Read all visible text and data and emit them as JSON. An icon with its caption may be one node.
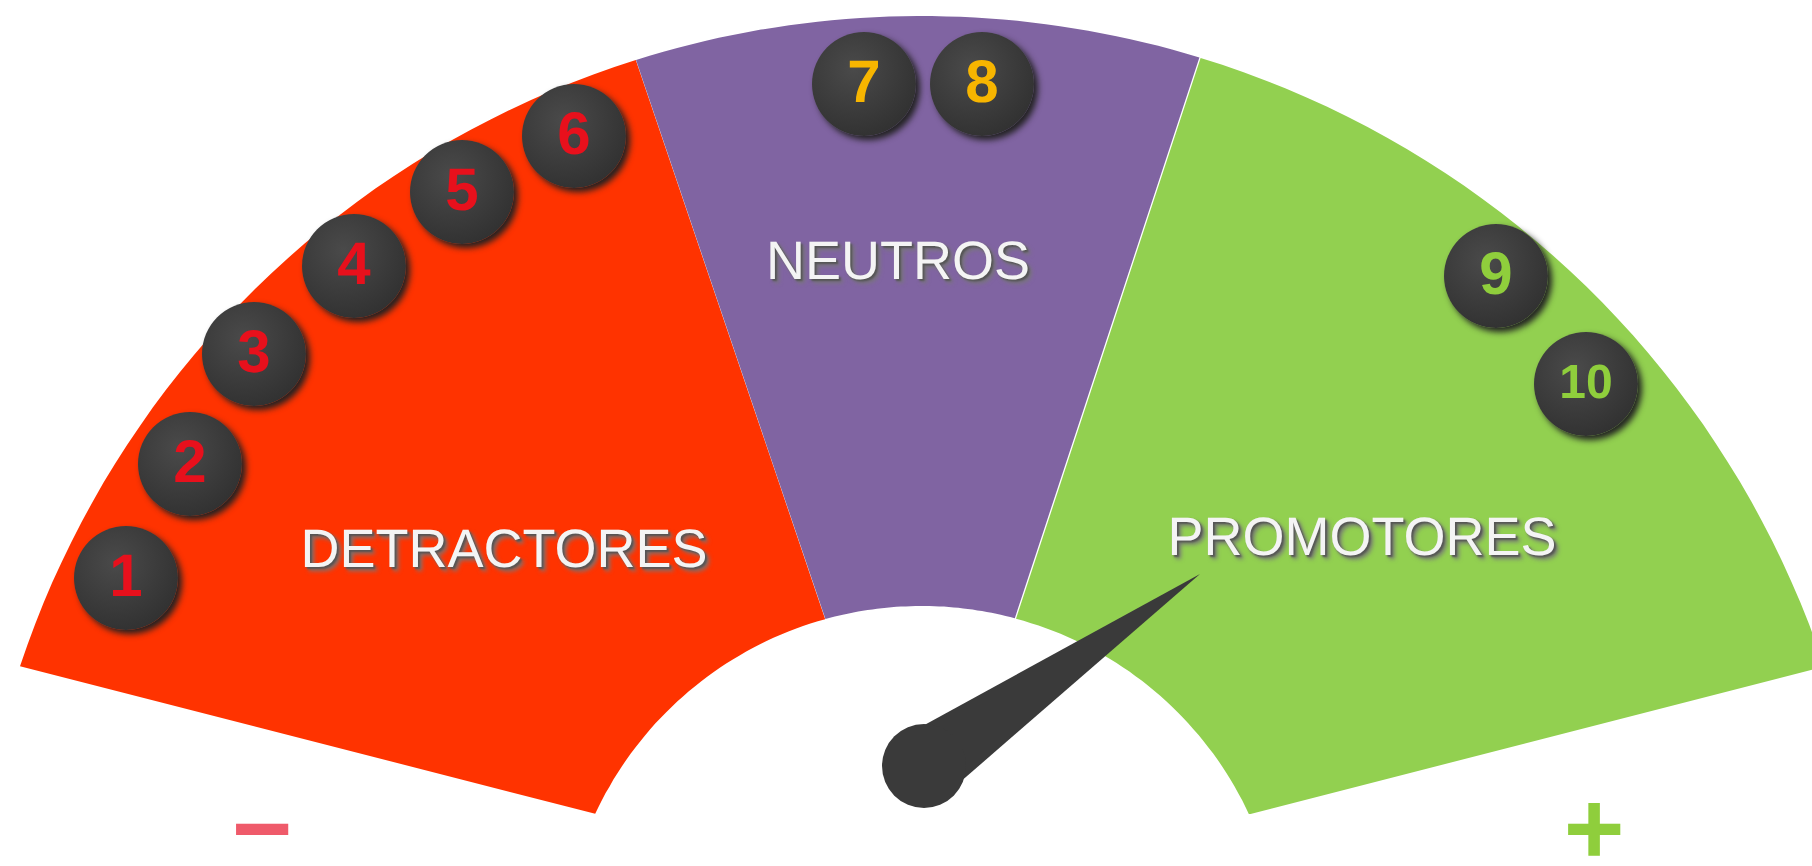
{
  "diagram": {
    "nodes": [
      {
        "text": [
          "DETRACTORES"
        ]
      },
      {
        "text": [
          "NEUTROS"
        ]
      },
      {
        "text": [
          "PROMOTORES"
        ]
      },
      {
        "text": [
          "1"
        ],
        "in": 0
      },
      {
        "text": [
          "2"
        ],
        "in": 0
      },
      {
        "text": [
          "3"
        ],
        "in": 0
      },
      {
        "text": [
          "4"
        ],
        "in": 0
      },
      {
        "text": [
          "5"
        ],
        "in": 0
      },
      {
        "text": [
          "6"
        ],
        "in": 0
      },
      {
        "text": [
          "7"
        ],
        "in": 1
      },
      {
        "text": [
          "8"
        ],
        "in": 1
      },
      {
        "text": [
          "9"
        ],
        "in": 2
      },
      {
        "text": [
          "10"
        ],
        "in": 2
      }
    ],
    "labels": [
      "−",
      "+"
    ]
  }
}
